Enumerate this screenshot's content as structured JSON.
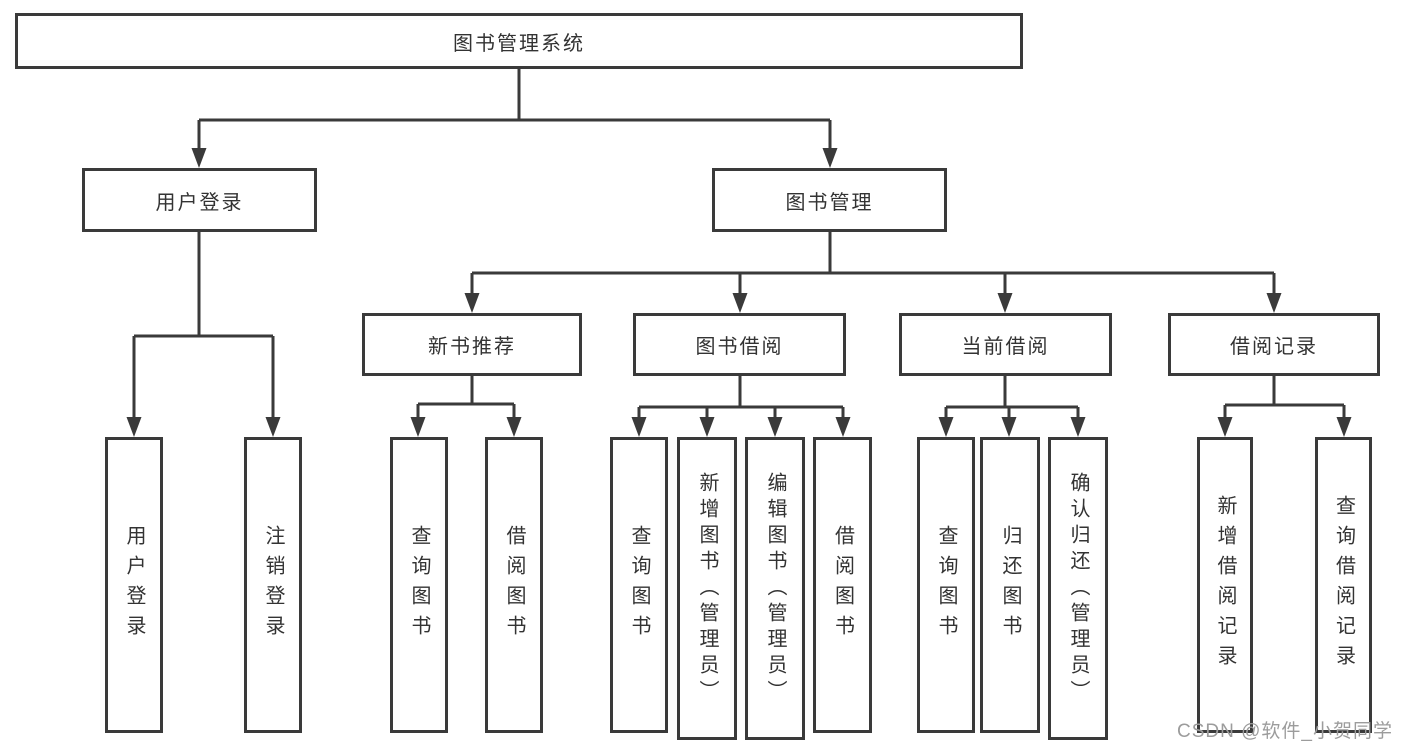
{
  "diagram": {
    "root": {
      "label": "图书管理系统"
    },
    "branches": [
      {
        "label": "用户登录",
        "children": [
          {
            "label": "用户登录"
          },
          {
            "label": "注销登录"
          }
        ]
      },
      {
        "label": "图书管理",
        "children": [
          {
            "label": "新书推荐",
            "children": [
              {
                "label": "查询图书"
              },
              {
                "label": "借阅图书"
              }
            ]
          },
          {
            "label": "图书借阅",
            "children": [
              {
                "label": "查询图书"
              },
              {
                "label": "新增图书（管理员）"
              },
              {
                "label": "编辑图书（管理员）"
              },
              {
                "label": "借阅图书"
              }
            ]
          },
          {
            "label": "当前借阅",
            "children": [
              {
                "label": "查询图书"
              },
              {
                "label": "归还图书"
              },
              {
                "label": "确认归还（管理员）"
              }
            ]
          },
          {
            "label": "借阅记录",
            "children": [
              {
                "label": "新增借阅记录"
              },
              {
                "label": "查询借阅记录"
              }
            ]
          }
        ]
      }
    ]
  },
  "watermark": {
    "text": "CSDN @软件_小贺同学"
  },
  "colors": {
    "line": "#3a3a3a",
    "text": "#333333",
    "background": "#ffffff",
    "watermark": "#9c9c9c"
  }
}
